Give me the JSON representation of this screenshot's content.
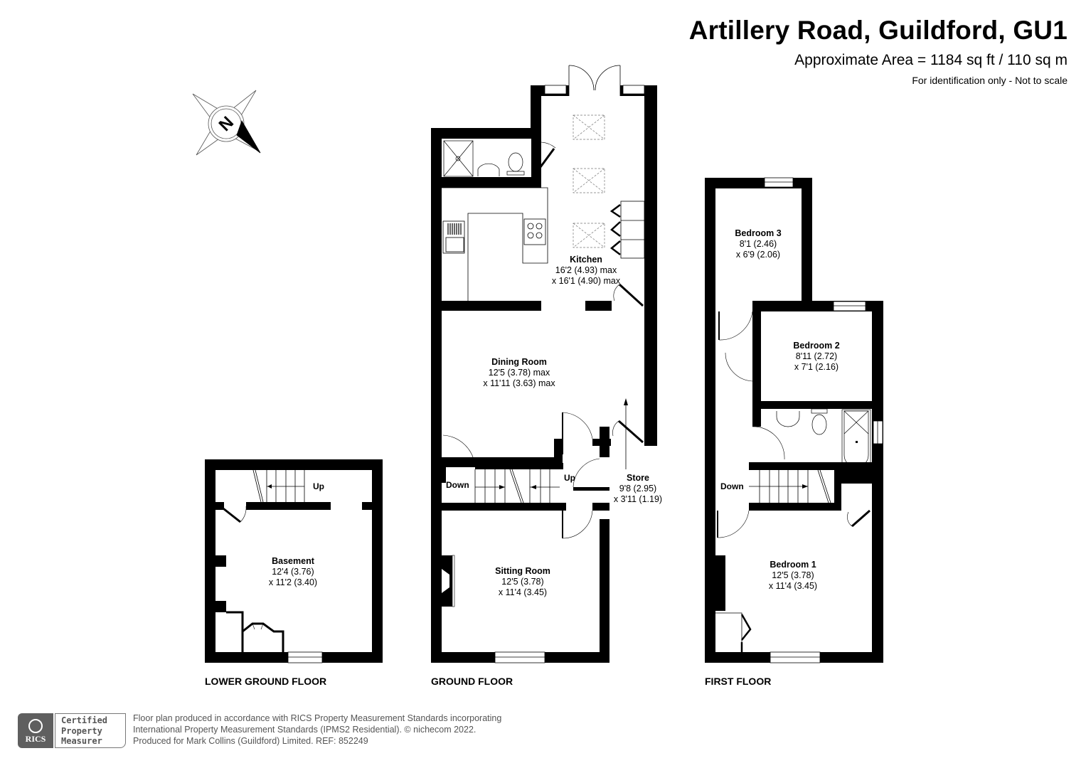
{
  "header": {
    "title": "Artillery Road, Guildford, GU1",
    "area": "Approximate Area = 1184 sq ft / 110 sq m",
    "note": "For identification only - Not to scale"
  },
  "compass": {
    "icon": "north-compass-icon",
    "label": "N"
  },
  "floors": [
    {
      "name": "LOWER GROUND FLOOR",
      "rooms": [
        {
          "name": "Basement",
          "dim1": "12'4 (3.76)",
          "dim2": "x 11'2 (3.40)"
        }
      ],
      "stairs": [
        {
          "label": "Up"
        }
      ]
    },
    {
      "name": "GROUND FLOOR",
      "rooms": [
        {
          "name": "Kitchen",
          "dim1": "16'2 (4.93) max",
          "dim2": "x 16'1 (4.90) max"
        },
        {
          "name": "Dining Room",
          "dim1": "12'5 (3.78) max",
          "dim2": "x 11'11 (3.63) max"
        },
        {
          "name": "Store",
          "dim1": "9'8 (2.95)",
          "dim2": "x 3'11 (1.19)"
        },
        {
          "name": "Sitting Room",
          "dim1": "12'5 (3.78)",
          "dim2": "x 11'4 (3.45)"
        }
      ],
      "stairs": [
        {
          "label": "Down"
        },
        {
          "label": "Up"
        }
      ]
    },
    {
      "name": "FIRST FLOOR",
      "rooms": [
        {
          "name": "Bedroom 3",
          "dim1": "8'1 (2.46)",
          "dim2": "x 6'9 (2.06)"
        },
        {
          "name": "Bedroom 2",
          "dim1": "8'11 (2.72)",
          "dim2": "x 7'1 (2.16)"
        },
        {
          "name": "Bedroom 1",
          "dim1": "12'5 (3.78)",
          "dim2": "x 11'4 (3.45)"
        }
      ],
      "stairs": [
        {
          "label": "Down"
        }
      ]
    }
  ],
  "footer": {
    "badge_org": "RICS",
    "badge_line1": "Certified",
    "badge_line2": "Property",
    "badge_line3": "Measurer",
    "line1": "Floor plan produced in accordance with RICS Property Measurement Standards incorporating",
    "line2": "International Property Measurement Standards (IPMS2 Residential).   © nichecom 2022.",
    "line3": "Produced for Mark Collins (Guildford) Limited.   REF: 852249"
  },
  "colors": {
    "wall": "#000000",
    "background": "#ffffff",
    "footer_text": "#555555",
    "badge": "#5f5f5f"
  }
}
